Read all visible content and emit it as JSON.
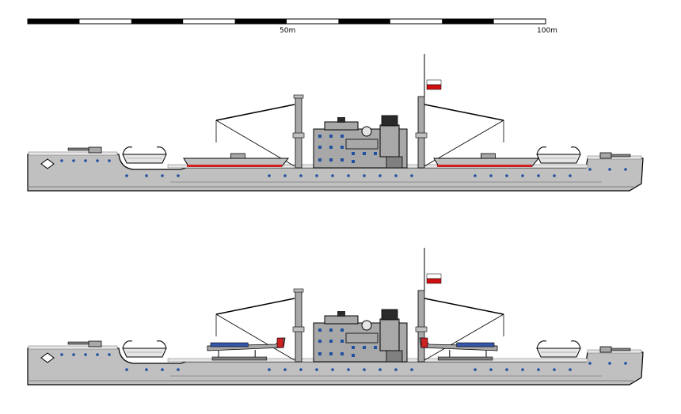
{
  "scale_bar": {
    "labels": [
      "50m",
      "100m"
    ]
  },
  "colors": {
    "hull": "#c0c0c0",
    "hull_dark": "#808080",
    "outline": "#000000",
    "deck": "#e6e6e6",
    "superstructure": "#a8a8a8",
    "funnel": "#2a2a2a",
    "boot_red": "#d02020",
    "porthole": "#2050a0",
    "flag_red": "#d01010",
    "flag_white": "#ffffff",
    "plane_blue": "#3355aa",
    "plane_red": "#cc2222"
  },
  "views": [
    {
      "name": "upper-ship-profile",
      "deck_cargo": "boats"
    },
    {
      "name": "lower-ship-profile",
      "deck_cargo": "seaplanes"
    }
  ]
}
